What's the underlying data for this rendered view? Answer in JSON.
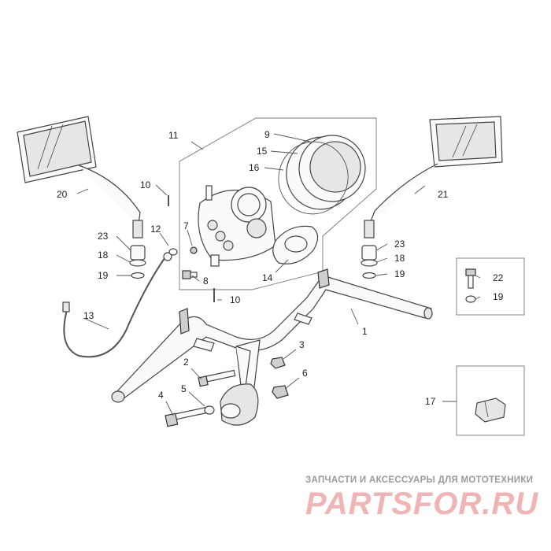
{
  "diagram": {
    "callouts": {
      "c1": "1",
      "c2": "2",
      "c3": "3",
      "c4": "4",
      "c5": "5",
      "c6": "6",
      "c7": "7",
      "c8": "8",
      "c9": "9",
      "c10a": "10",
      "c10b": "10",
      "c11": "11",
      "c12": "12",
      "c13": "13",
      "c14": "14",
      "c15": "15",
      "c16": "16",
      "c17": "17",
      "c18a": "18",
      "c18b": "18",
      "c19a": "19",
      "c19b": "19",
      "c19c": "19",
      "c20": "20",
      "c21": "21",
      "c22": "22",
      "c23a": "23",
      "c23b": "23"
    }
  },
  "watermark": {
    "line1": "ЗАПЧАСТИ И АКСЕССУАРЫ ДЛЯ МОТОТЕХНИКИ",
    "line2": "PARTSFOR.RU",
    "color": "#f0b4b4"
  }
}
